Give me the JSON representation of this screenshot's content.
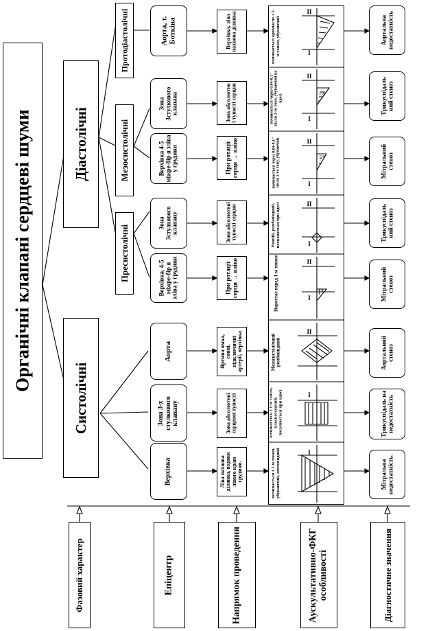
{
  "title": "Органічні   клапані   сердцеві   шуми",
  "categories": {
    "systolic": "Систолічні",
    "diastolic": "Діастолічні",
    "presystolic": "Пресистолічні",
    "mesosystolic": "Мезосистолічні",
    "protodiastolic": "Протодіастолічні"
  },
  "row_headers": {
    "phase": "Фазовий характер",
    "epicenter": "Епіцентр",
    "direction": "Напрямок проведення",
    "auscultative": "Аускультативно-ФКГ особливості",
    "diagnostic": "Діагностичне значення"
  },
  "columns": [
    {
      "epicenter": "Верхівка",
      "direction": "Ліва пахвова ділянка, вздовж лівого краю грудини.",
      "auscultative": "починається з 1-м тоном, убуваючий, лентовидний",
      "diagnostic": "Мітральна недостатність."
    },
    {
      "epicenter": "Зона 3-х стулкового клапану",
      "direction": "Зона абсолютної серцевої тупості",
      "auscultative": "починається з 1-м тоном, плоскотседчий, посилюється при вдосі",
      "diagnostic": "Трикуспідаль на недостатність"
    },
    {
      "epicenter": "Аорта",
      "direction": "Яремна ямка, сонні, підключичні артерії, верхівка",
      "auscultative": "Мезосистолічний ромбовидний",
      "diagnostic": "Аортальний стеноз"
    },
    {
      "epicenter": "Верхівка, 4-5 міжре-бір я зліва у грудини",
      "direction": "При ротації серця → вліво",
      "auscultative": "Наростає перед 1-м тоном",
      "diagnostic": "Мітральний стеноз"
    },
    {
      "epicenter": "Зона 3стулкового клапану",
      "direction": "Зона абсолютної тупості серцня",
      "auscultative": "Ранній, ромбовидний, посилюється при вдосі",
      "diagnostic": "Трикуспідаль ний стеноз"
    },
    {
      "epicenter": "Верхівка 4-5 міжре-бір я зліва у грудини",
      "direction": "При ротації серця → вліво",
      "auscultative": "починається через 0,04-0,1\" після 2-го тону, убуваючий",
      "diagnostic": "Мітральний стеноз"
    },
    {
      "epicenter": "Зона 3стулкового клапана",
      "direction": "Зона абсолютно ї тупості серцня",
      "auscultative": "починається через 0,04-0,1\" після 2-го тона, убуваючий на вдосі",
      "diagnostic": "Трикуспідаль ний стеноз"
    },
    {
      "epicenter": "Аорта, т. Боткіна",
      "direction": "Верхівка, ліва пахвова ділянка",
      "auscultative": "починається одночасно з 2-м тоном, убуваючий",
      "diagnostic": "Аортальна недостатність"
    }
  ],
  "tone_labels": {
    "first": "I",
    "second": "II",
    "os": "OS"
  }
}
